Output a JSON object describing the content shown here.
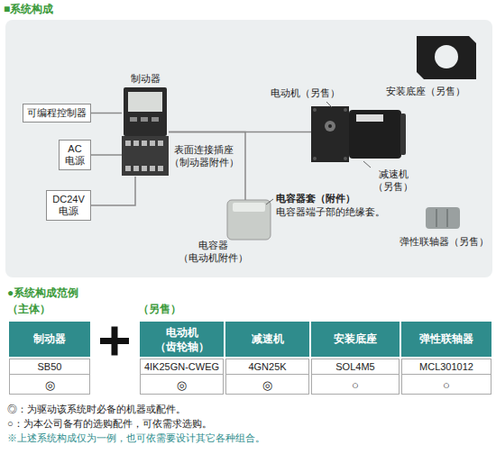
{
  "diagram": {
    "title": "■系统构成",
    "nodes": [
      {
        "text": [
          "可编程控制器"
        ]
      },
      {
        "text": [
          "AC 电源"
        ]
      },
      {
        "text": [
          "DC24V 电源"
        ]
      },
      {
        "text": [
          "制动器"
        ]
      },
      {
        "text": [
          "电动机（另售）"
        ]
      },
      {
        "text": [
          "电容器",
          "（电动机附件）"
        ]
      }
    ],
    "edges": [
      {
        "from": 0,
        "to": 3,
        "arrow": "none"
      },
      {
        "from": 1,
        "to": 3,
        "arrow": "none"
      },
      {
        "from": 2,
        "to": 3,
        "arrow": "none"
      },
      {
        "from": 3,
        "to": 4,
        "arrow": "none"
      },
      {
        "from": 3,
        "to": 5,
        "arrow": "none"
      }
    ],
    "labels": [
      "表面连接插座",
      "（制动器附件）",
      "电容器套（附件）",
      "电容器端子部的绝缘套。",
      "减速机",
      "（另售）",
      "安装底座（另售）",
      "弹性联轴器（另售）",
      "●系统构成范例",
      "（主体）",
      "（另售）",
      "制动器",
      "电动机",
      "（齿轮轴）",
      "减速机",
      "安装底座",
      "弹性联轴器",
      "SB50",
      "4IK25GN-CWEG",
      "4GN25K",
      "SOL4M5",
      "MCL301012",
      "◎",
      "◎",
      "◎",
      "○",
      "○",
      "◎：为驱动该系统时必备的机器或配件。",
      "○：为本公司备有的选购配件，可依需求选购。",
      "※上述系统构成仅为一例，也可依需要设计其它各种组合。"
    ]
  }
}
